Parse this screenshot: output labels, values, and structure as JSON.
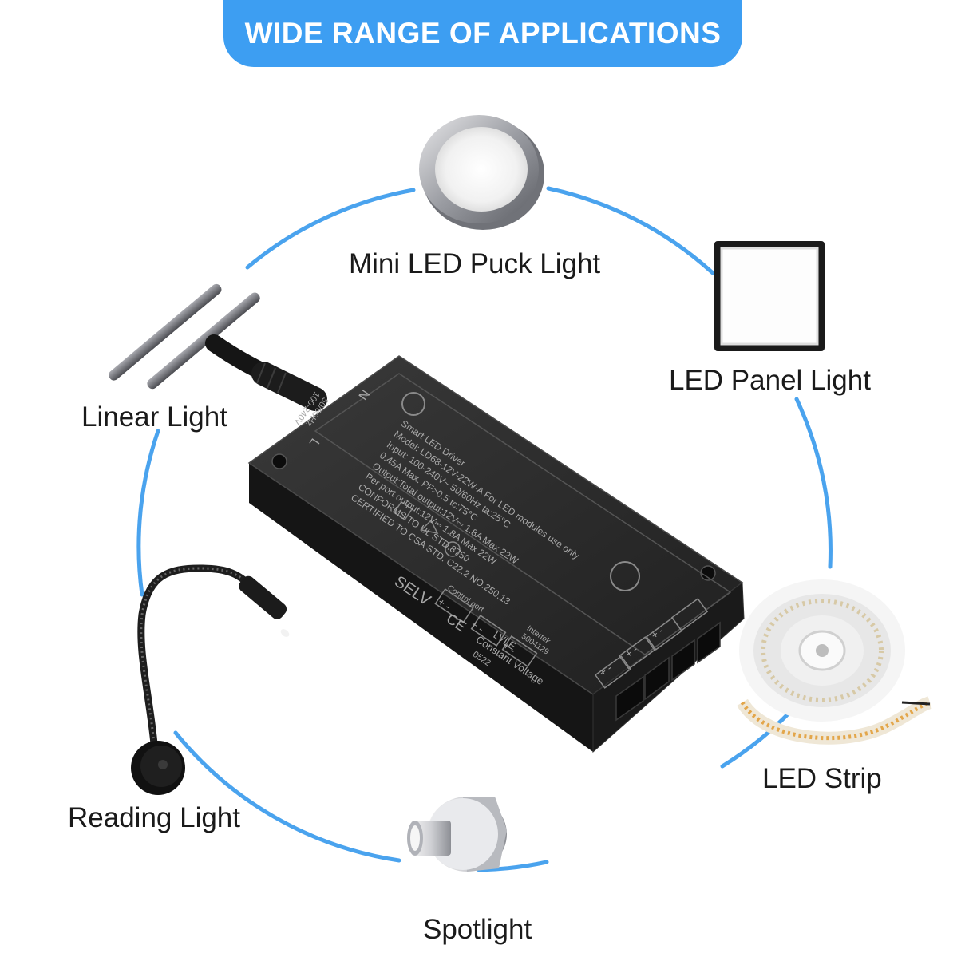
{
  "banner": {
    "title": "WIDE RANGE OF APPLICATIONS"
  },
  "colors": {
    "accent": "#3d9ef2",
    "ring": "#4aa3ee",
    "device": "#262626"
  },
  "applications": [
    {
      "label": "Mini LED Puck Light",
      "icon": "puck-light-icon"
    },
    {
      "label": "LED Panel Light",
      "icon": "panel-light-icon"
    },
    {
      "label": "Linear Light",
      "icon": "linear-light-icon"
    },
    {
      "label": "Reading Light",
      "icon": "reading-light-icon"
    },
    {
      "label": "LED Strip",
      "icon": "led-strip-icon"
    },
    {
      "label": "Spotlight",
      "icon": "spotlight-icon"
    }
  ],
  "driver": {
    "label_lines": [
      "Smart LED Driver",
      "Model: LD68-12V-22W-A  For LED modules use only",
      "Input: 100-240V~  50/60Hz       ta:25°C",
      "0.45A Max.  PF>0.5             tc:75°C",
      "Output:Total output:12V⎓ 1.8A Max 22W",
      "Per port output:12V⎓ 1.8A Max 22W",
      "CONFORMS TO UL STD.8750",
      "CERTIFIED TO CSA STD. C22.2 NO.250.13"
    ],
    "class_label": "LVLE",
    "voltage_type": "Constant Voltage",
    "date_code": "0522",
    "selv": "SELV",
    "ce": "CE",
    "input_rating": "100-240V",
    "input_freq": "50/60Hz",
    "pin_l": "L",
    "pin_n": "N",
    "control_port": "Control port",
    "intertek": "Intertek",
    "intertek_no": "5004129",
    "ports": [
      "+ -",
      "+ -",
      "+ -",
      "+ -",
      "+ -",
      "+ -"
    ]
  }
}
